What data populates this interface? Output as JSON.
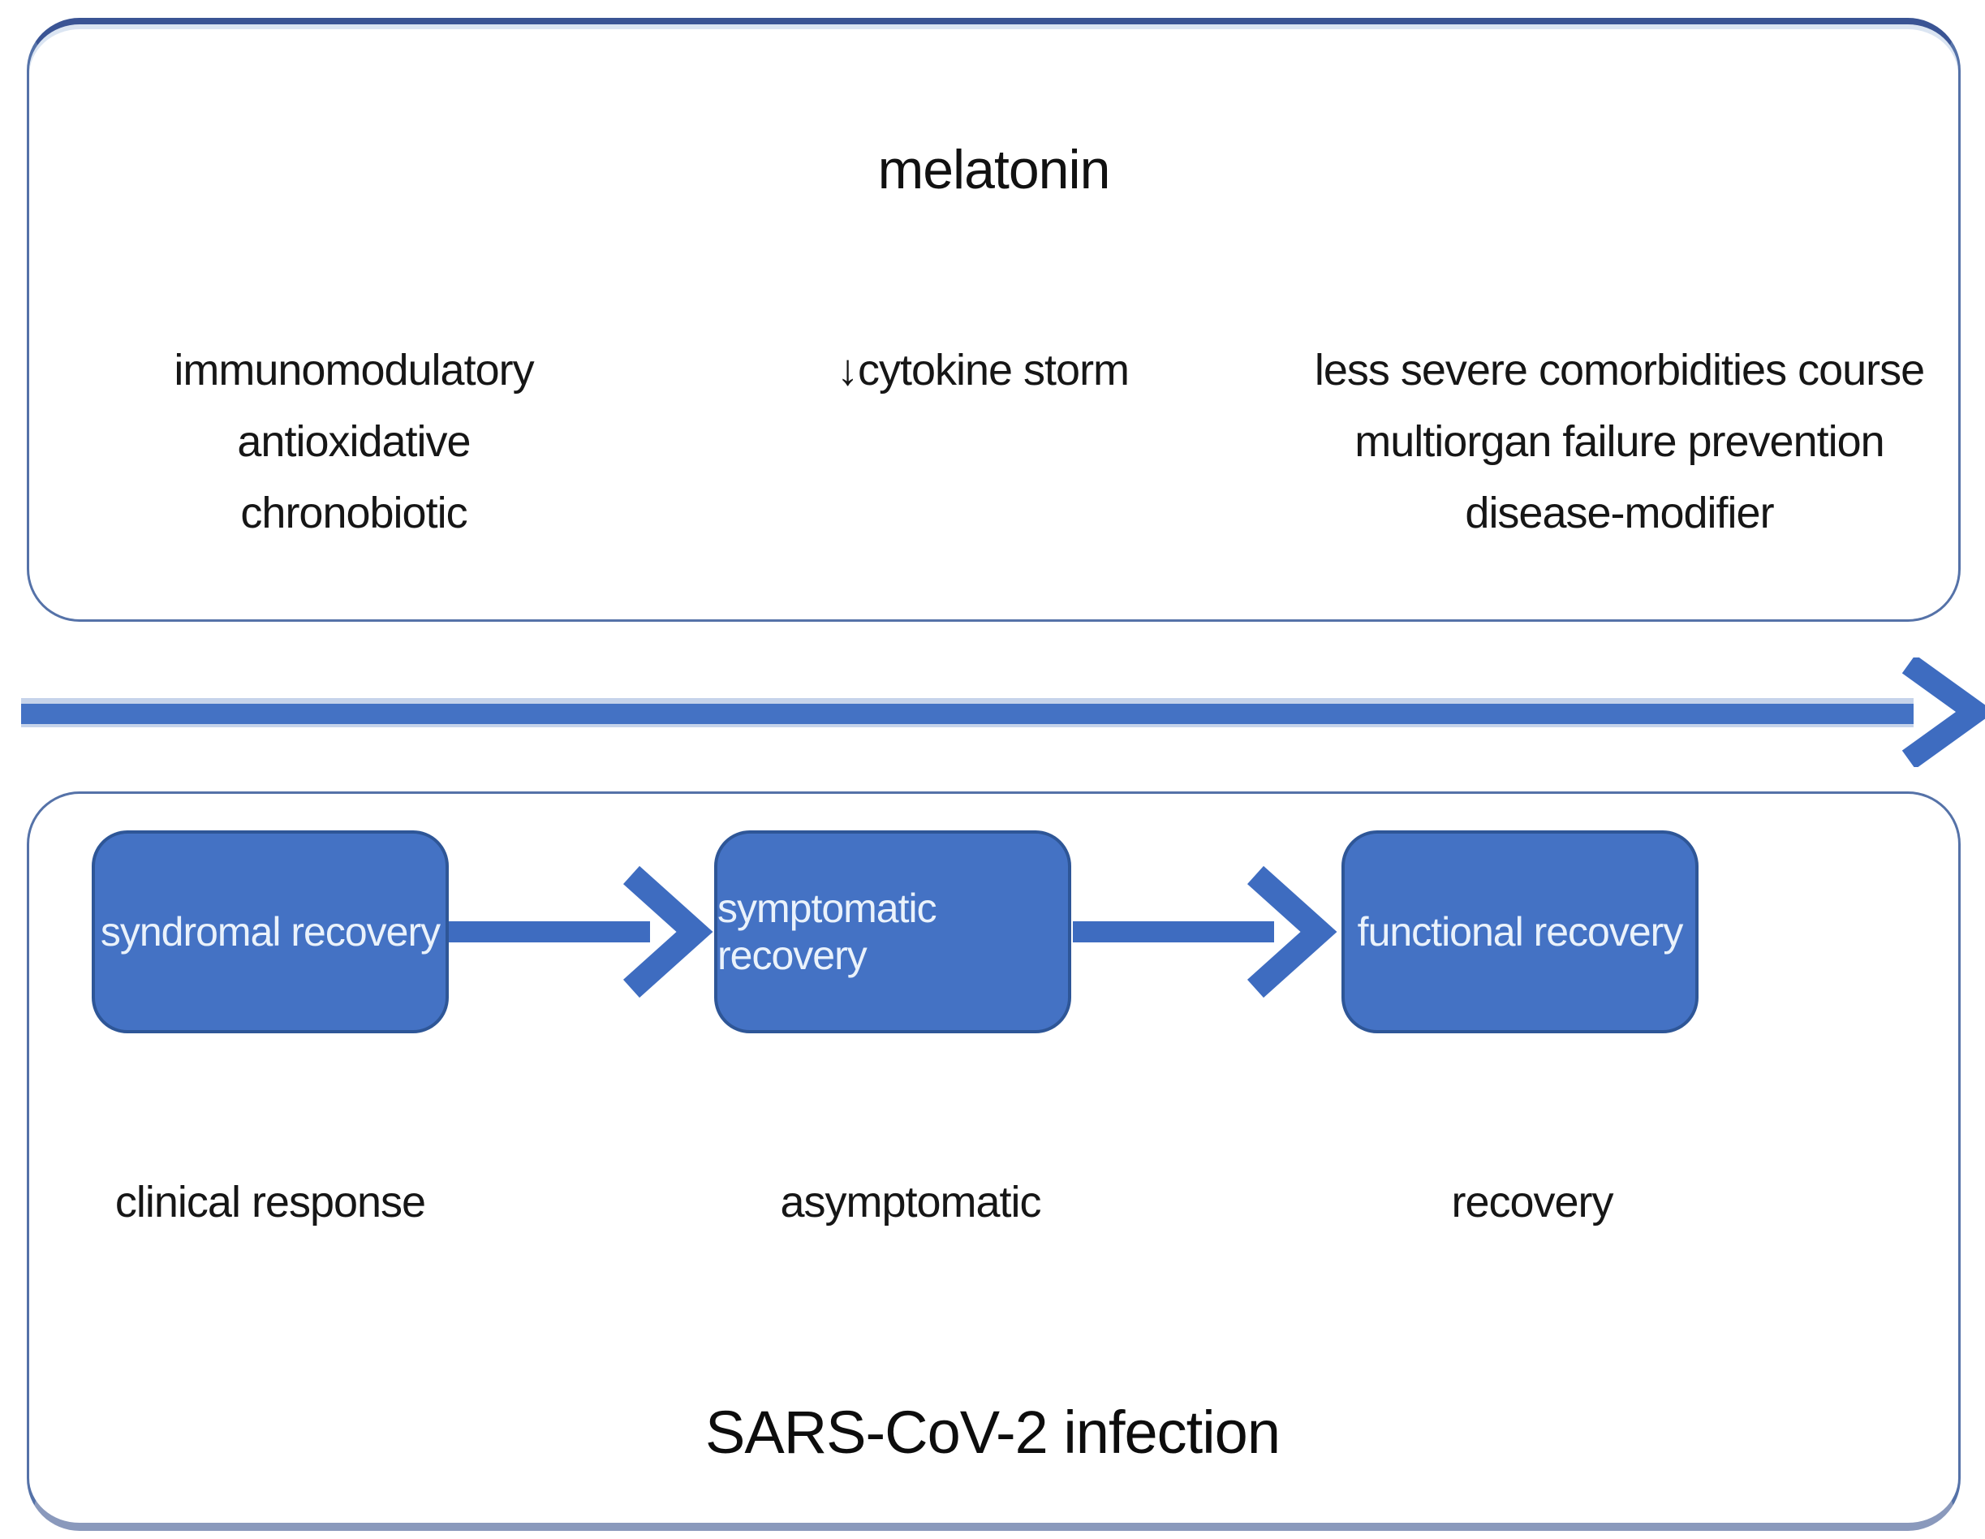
{
  "figure": {
    "top_panel": {
      "title": "melatonin",
      "properties": [
        "immunomodulatory",
        "antioxidative",
        "chronobiotic"
      ],
      "cytokine_effect": "↓cytokine storm",
      "outcomes": [
        "less severe comorbidities course",
        "multiorgan failure prevention",
        "disease-modifier"
      ]
    },
    "timeline_arrow": {
      "direction": "right"
    },
    "bottom_panel": {
      "title": "SARS-CoV-2 infection",
      "stages": [
        {
          "box_label": "syndromal recovery",
          "phase_label": "clinical response"
        },
        {
          "box_label": "symptomatic recovery",
          "phase_label": "asymptomatic"
        },
        {
          "box_label": "functional recovery",
          "phase_label": "recovery"
        }
      ]
    },
    "colors": {
      "stage_box_fill": "#4472C4",
      "stage_box_border": "#2E5697",
      "stage_box_text": "#EAF2FB",
      "arrow_blue": "#3E6CC0",
      "arrow_highlight": "#BCCCE8",
      "panel_border": "#5572A8",
      "panel_border_top_dark": "#3A5494",
      "panel_border_bottom_gray": "#8A99BC",
      "text_dark": "#1A1A1A",
      "background": "#FFFFFF"
    }
  }
}
